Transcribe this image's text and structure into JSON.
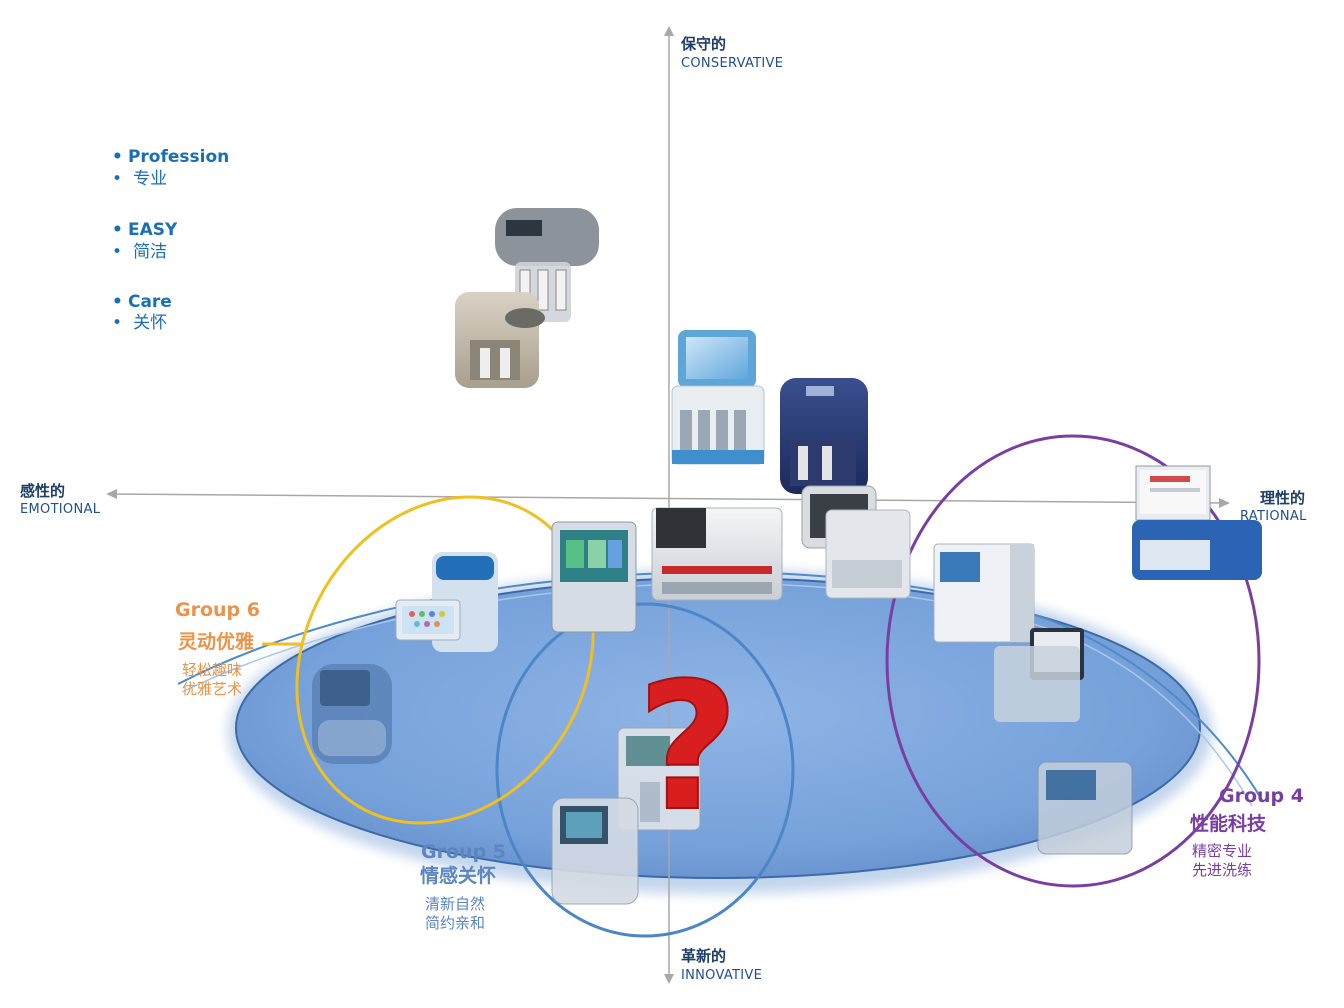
{
  "axes": {
    "top": {
      "cn": "保守的",
      "en": "CONSERVATIVE"
    },
    "bottom": {
      "cn": "革新的",
      "en": "INNOVATIVE"
    },
    "left": {
      "cn": "感性的",
      "en": "EMOTIONAL"
    },
    "right": {
      "cn": "理性的",
      "en": "RATIONAL"
    }
  },
  "keywords": [
    {
      "en": "Profession",
      "cn": "专业"
    },
    {
      "en": "EASY",
      "cn": "简洁"
    },
    {
      "en": "Care",
      "cn": "关怀"
    }
  ],
  "bullet": "•",
  "groups": {
    "g6": {
      "title": "Group 6",
      "name": "灵动优雅",
      "line1": "轻松趣味",
      "line2": "优雅艺术",
      "color": "#e8944a"
    },
    "g5": {
      "title": "Group 5",
      "name": "情感关怀",
      "line1": "清新自然",
      "line2": "简约亲和",
      "color": "#5b86c2"
    },
    "g4": {
      "title": "Group 4",
      "name": "性能科技",
      "line1": "精密专业",
      "line2": "先进洗练",
      "color": "#7a3ea3"
    }
  },
  "question_mark": "?",
  "colors": {
    "ellipse_fill": "#4a7fc4",
    "group6_ring": "#f0c020",
    "group5_ring": "#4a86c8",
    "group4_ring": "#7a3ea3",
    "axis": "#a0a0a0",
    "question": "#d81e1e"
  }
}
